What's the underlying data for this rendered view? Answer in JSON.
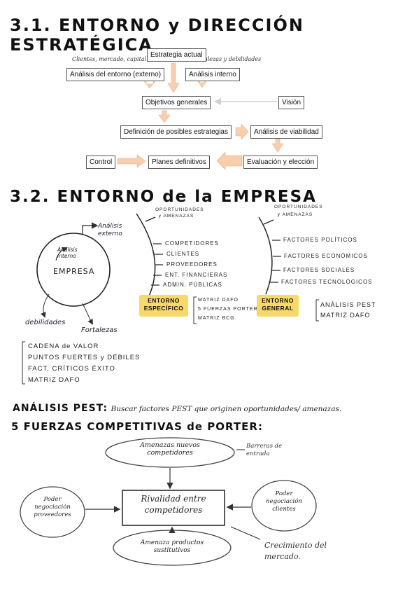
{
  "section1": {
    "title": "3.1. ENTORNO y DIRECCIÓN ESTRATÉGICA",
    "note_left": "Clientes, mercado, capital...",
    "note_right": "Fortalezas y debilidades",
    "boxes": {
      "estrategia_actual": "Estrategia actual",
      "analisis_entorno": "Análisis del entorno (externo)",
      "analisis_interno": "Análisis interno",
      "objetivos_generales": "Objetivos generales",
      "vision": "Visión",
      "definicion": "Definición de posibles estrategias",
      "analisis_viabilidad": "Análisis de viabilidad",
      "control": "Control",
      "planes_definitivos": "Planes definitivos",
      "evaluacion": "Evaluación y elección"
    }
  },
  "section2": {
    "title": "3.2. ENTORNO de la EMPRESA",
    "title_small": "de la",
    "circle_label": "EMPRESA",
    "circle_inner_note": "Análisis interno",
    "circle_outer_note": "Análisis externo",
    "debilidades": "debilidades",
    "fortalezas": "Fortalezas",
    "internal_list": [
      "CADENA de VALOR",
      "PUNTOS FUERTES y DÉBILES",
      "FACT. CRÍTICOS ÉXITO",
      "MATRIZ DAFO"
    ],
    "especifico": {
      "top_label": "OPORTUNIDADES y AMENAZAS",
      "items": [
        "COMPETIDORES",
        "CLIENTES",
        "PROVEEDORES",
        "ENT. FINANCIERAS",
        "ADMIN. PÚBLICAS"
      ],
      "tag": "ENTORNO ESPECÍFICO",
      "tools": [
        "MATRIZ DAFO",
        "5 FUERZAS PORTER",
        "MATRIZ BCG"
      ]
    },
    "general": {
      "top_label": "OPORTUNIDADES y AMENAZAS",
      "items": [
        "FACTORES POLÍTICOS",
        "FACTORES ECONÓMICOS",
        "FACTORES SOCIALES",
        "FACTORES TECNOLÓGICOS"
      ],
      "tag": "ENTORNO GENERAL",
      "tools": [
        "ANÁLISIS PEST",
        "MATRIZ DAFO"
      ]
    }
  },
  "pest": {
    "label": "ANÁLISIS PEST:",
    "text": "Buscar factores PEST que originen oportunidades/ amenazas."
  },
  "porter": {
    "title": "5 FUERZAS COMPETITIVAS de PORTER:",
    "center": "Rivalidad entre competidores",
    "top": "Amenazas nuevos competidores",
    "left": "Poder negociación proveedores",
    "right": "Poder negociación clientes",
    "bottom": "Amenaza productos sustitutivos",
    "note_barreras": "Barreras de entrada",
    "note_crecimiento": "Crecimiento del mercado."
  },
  "colors": {
    "arrow_fill": "#f8cfae",
    "highlight": "#f7d967",
    "ink": "#1c1c2a"
  }
}
